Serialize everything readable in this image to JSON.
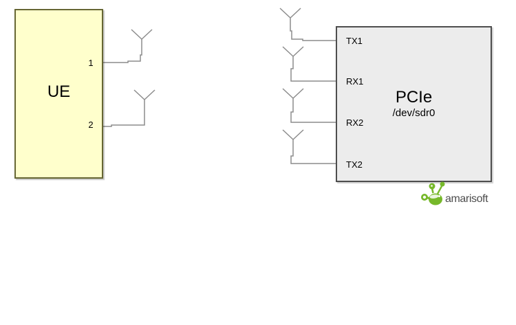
{
  "diagram": {
    "ue": {
      "label": "UE",
      "ports": [
        {
          "label": "1"
        },
        {
          "label": "2"
        }
      ]
    },
    "sdr": {
      "title": "PCIe",
      "subtitle": "/dev/sdr0",
      "ports": [
        {
          "label": "TX1"
        },
        {
          "label": "RX1"
        },
        {
          "label": "RX2"
        },
        {
          "label": "TX2"
        }
      ]
    },
    "logo": {
      "text": "amarisoft"
    }
  },
  "colors": {
    "background": "#ffffff",
    "wire": "#8c8c8c",
    "ue_fill": "#ffffcc",
    "ue_border": "#666633",
    "sdr_fill": "#ececec",
    "sdr_border": "#4d4d4d",
    "label_text": "#000000",
    "logo_green": "#76b82a",
    "logo_text_color": "#4d4d4d"
  }
}
